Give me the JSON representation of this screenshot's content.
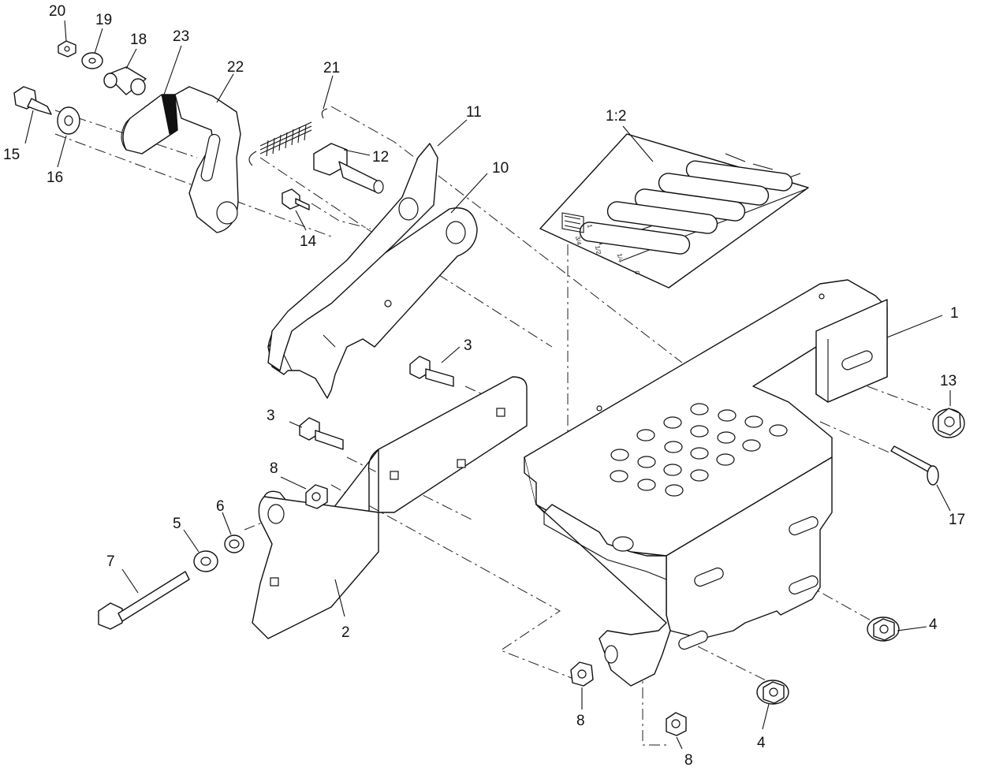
{
  "diagram": {
    "callouts": {
      "c1": "1",
      "c1_2": "1:2",
      "c2": "2",
      "c3a": "3",
      "c3b": "3",
      "c4a": "4",
      "c4b": "4",
      "c5": "5",
      "c6": "6",
      "c7": "7",
      "c8a": "8",
      "c8b": "8",
      "c8c": "8",
      "c10": "10",
      "c11": "11",
      "c12": "12",
      "c13": "13",
      "c14": "14",
      "c15": "15",
      "c16": "16",
      "c17": "17",
      "c18": "18",
      "c19": "19",
      "c20": "20",
      "c21": "21",
      "c22": "22",
      "c23": "23"
    },
    "decal_marks": {
      "m0": "0",
      "m1": "1/4",
      "m2": "1/2",
      "m3": "3/4",
      "m4": "1"
    }
  }
}
